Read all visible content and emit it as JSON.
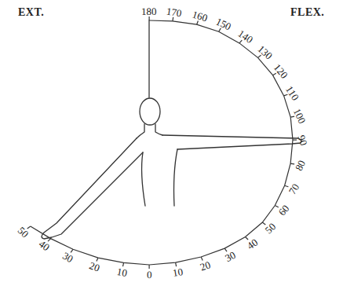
{
  "diagram": {
    "labels": [
      "EXT.",
      "FLEX.",
      "180",
      "170",
      "160",
      "150",
      "140",
      "130",
      "120",
      "110",
      "100",
      "90",
      "80",
      "70",
      "60",
      "50",
      "40",
      "30",
      "20",
      "10",
      "0",
      "10",
      "20",
      "30",
      "40",
      "50"
    ]
  }
}
